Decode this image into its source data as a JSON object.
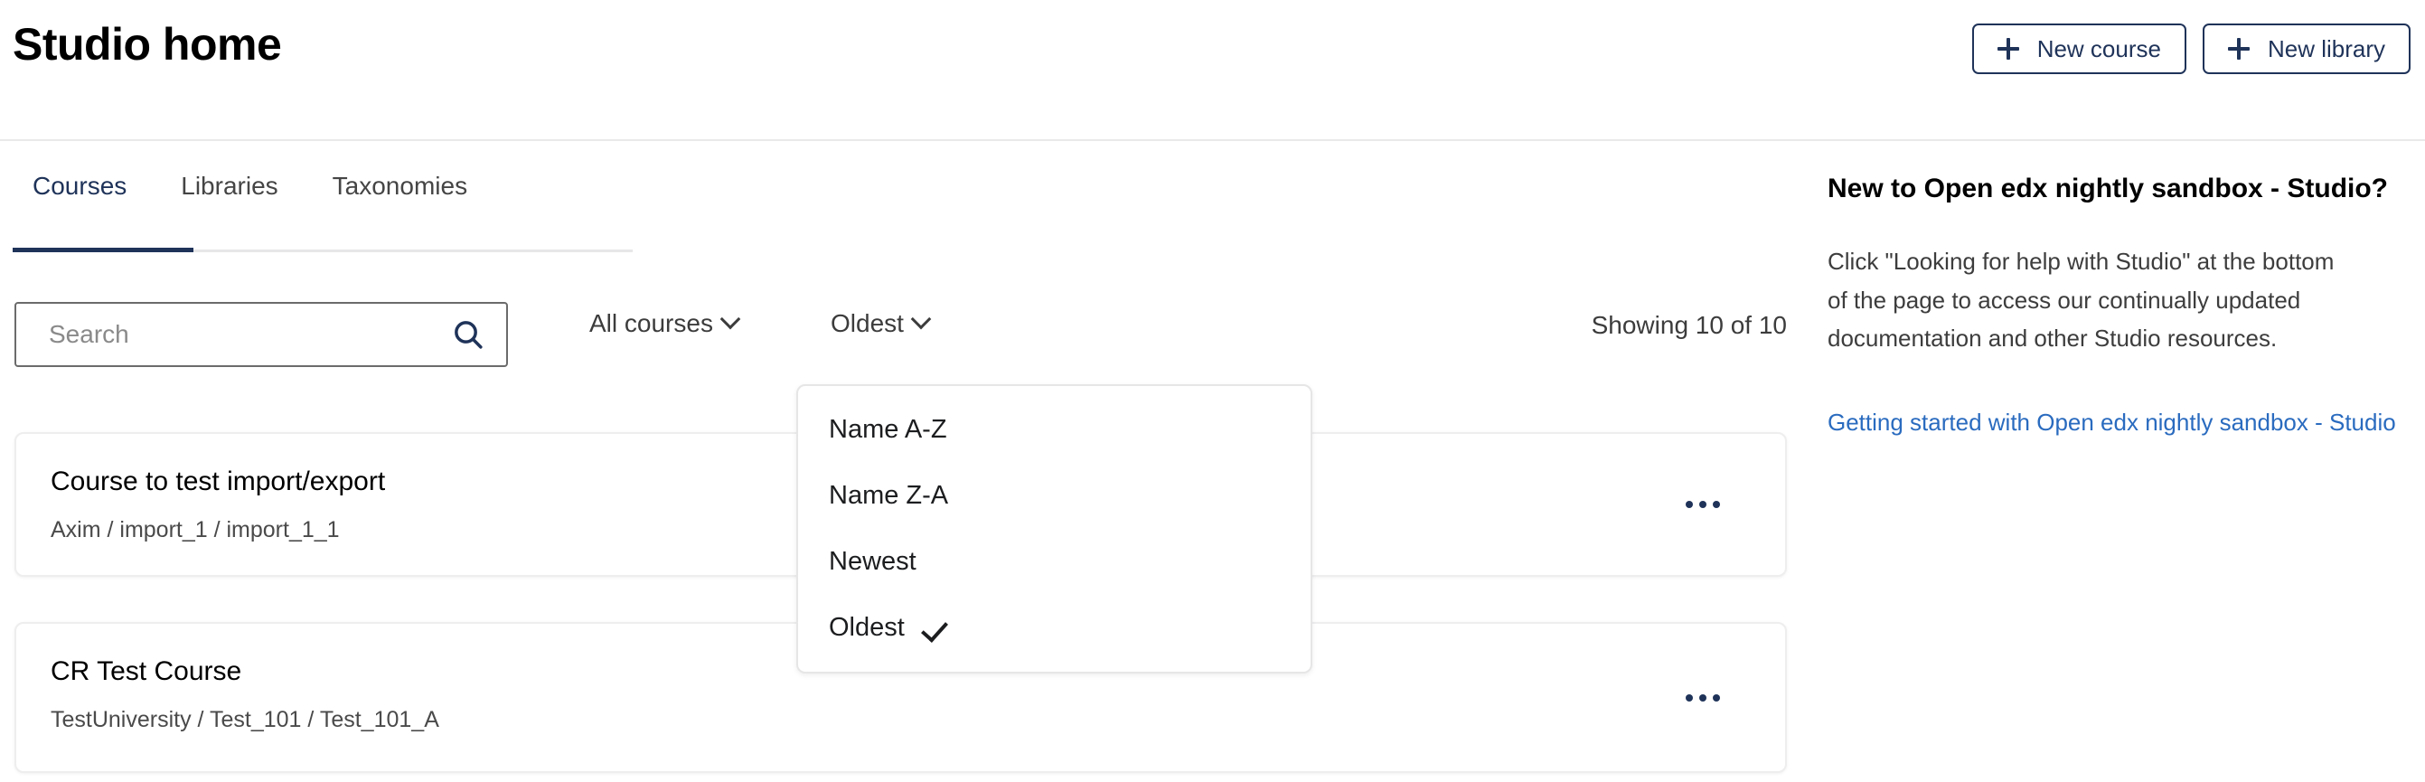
{
  "header": {
    "title": "Studio home",
    "actions": [
      {
        "label": "New course",
        "icon": "plus-icon"
      },
      {
        "label": "New library",
        "icon": "plus-icon"
      }
    ]
  },
  "tabs": [
    {
      "label": "Courses",
      "active": true
    },
    {
      "label": "Libraries",
      "active": false
    },
    {
      "label": "Taxonomies",
      "active": false
    }
  ],
  "filters": {
    "search": {
      "value": "",
      "placeholder": "Search",
      "icon": "search-icon"
    },
    "course_filter": {
      "label": "All courses",
      "icon": "chevron-down-icon"
    },
    "sort_filter": {
      "label": "Oldest",
      "icon": "chevron-down-icon"
    },
    "showing": "Showing 10 of 10"
  },
  "sort_menu": {
    "open": true,
    "items": [
      {
        "label": "Name A-Z",
        "checked": false
      },
      {
        "label": "Name Z-A",
        "checked": false
      },
      {
        "label": "Newest",
        "checked": false
      },
      {
        "label": "Oldest",
        "checked": true
      }
    ]
  },
  "courses": [
    {
      "title": "Course to test import/export",
      "subtitle": "Axim / import_1 / import_1_1",
      "menu_icon": "ellipsis-icon"
    },
    {
      "title": "CR Test Course",
      "subtitle": "TestUniversity / Test_101 / Test_101_A",
      "menu_icon": "ellipsis-icon"
    }
  ],
  "sidebar": {
    "heading": "New to Open edx nightly sandbox - Studio?",
    "body": "Click \"Looking for help with Studio\" at the bottom of the page to access our continually updated documentation and other Studio resources.",
    "link": "Getting started with Open edx nightly sandbox - Studio"
  },
  "colors": {
    "brand_navy": "#1f3359",
    "link_blue": "#2a6bbf",
    "text_dark": "#1c1d1f",
    "text_muted": "#4a4a4a",
    "border": "#e6e6e7"
  }
}
